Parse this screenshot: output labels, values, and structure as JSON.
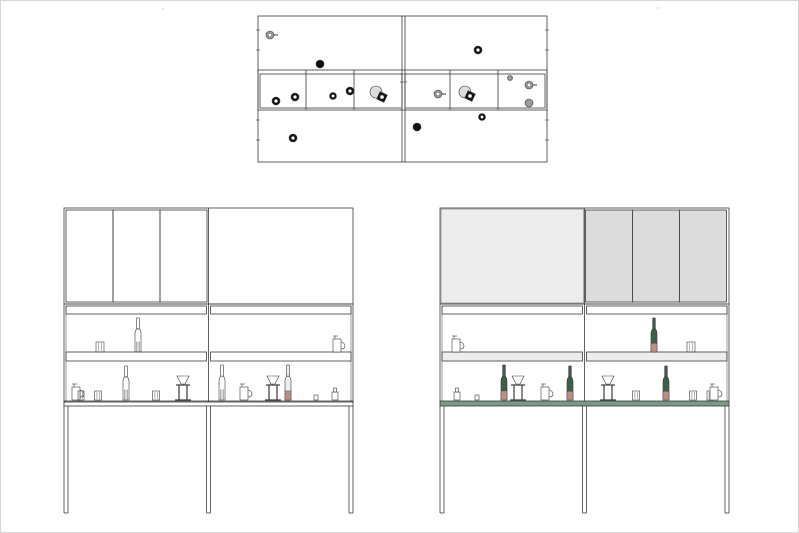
{
  "drawing": {
    "views": [
      "plan",
      "elevation-line",
      "elevation-shaded"
    ]
  },
  "colors": {
    "line": "#3a3a3a",
    "paper": "#ffffff",
    "panel_light": "#ededed",
    "panel_mid": "#dcdcdc",
    "shelf_green": "#7a9a86",
    "bottle_green": "#3f5e47",
    "bottle_label": "#b98f86",
    "object_black": "#111111",
    "object_gray": "#9a9a9a"
  }
}
